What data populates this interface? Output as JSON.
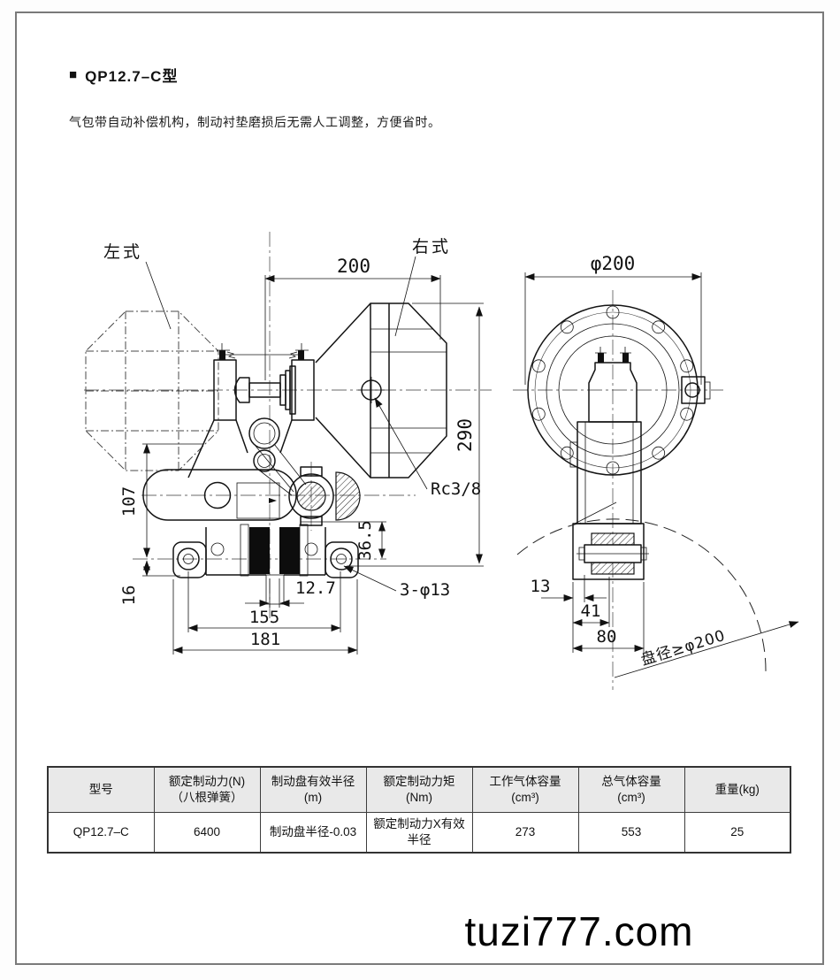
{
  "page": {
    "title_marker": "■",
    "title": "QP12.7–C型",
    "description": "气包带自动补偿机构，制动衬垫磨损后无需人工调整，方便省时。",
    "watermark": "tuzi777.com"
  },
  "drawing": {
    "front_view": {
      "left_type_label": "左式",
      "right_type_label": "右式",
      "dim_width_top": "200",
      "dim_height": "290",
      "dim_107": "107",
      "dim_16": "16",
      "dim_36_5": "36.5",
      "dim_12_7": "12.7",
      "dim_155": "155",
      "dim_181": "181",
      "port_thread": "Rc3/8",
      "mount_holes": "3-φ13"
    },
    "side_view": {
      "dim_flange_dia": "φ200",
      "dim_13": "13",
      "dim_41": "41",
      "dim_80": "80",
      "disc_dia_note": "盘径≥φ200"
    }
  },
  "spec_table": {
    "headers": [
      {
        "line1": "型号",
        "line2": ""
      },
      {
        "line1": "额定制动力(N)",
        "line2": "（八根弹簧）"
      },
      {
        "line1": "制动盘有效半径",
        "line2": "(m)"
      },
      {
        "line1": "额定制动力矩",
        "line2": "(Nm)"
      },
      {
        "line1": "工作气体容量",
        "line2": "(cm³)"
      },
      {
        "line1": "总气体容量",
        "line2": "(cm³)"
      },
      {
        "line1": "重量(kg)",
        "line2": ""
      }
    ],
    "row": [
      "QP12.7–C",
      "6400",
      "制动盘半径-0.03",
      "额定制动力X有效半径",
      "273",
      "553",
      "25"
    ]
  },
  "colors": {
    "line": "#141414",
    "table_header_bg": "#e9e9e9",
    "page_border": "#7a7a7a"
  }
}
